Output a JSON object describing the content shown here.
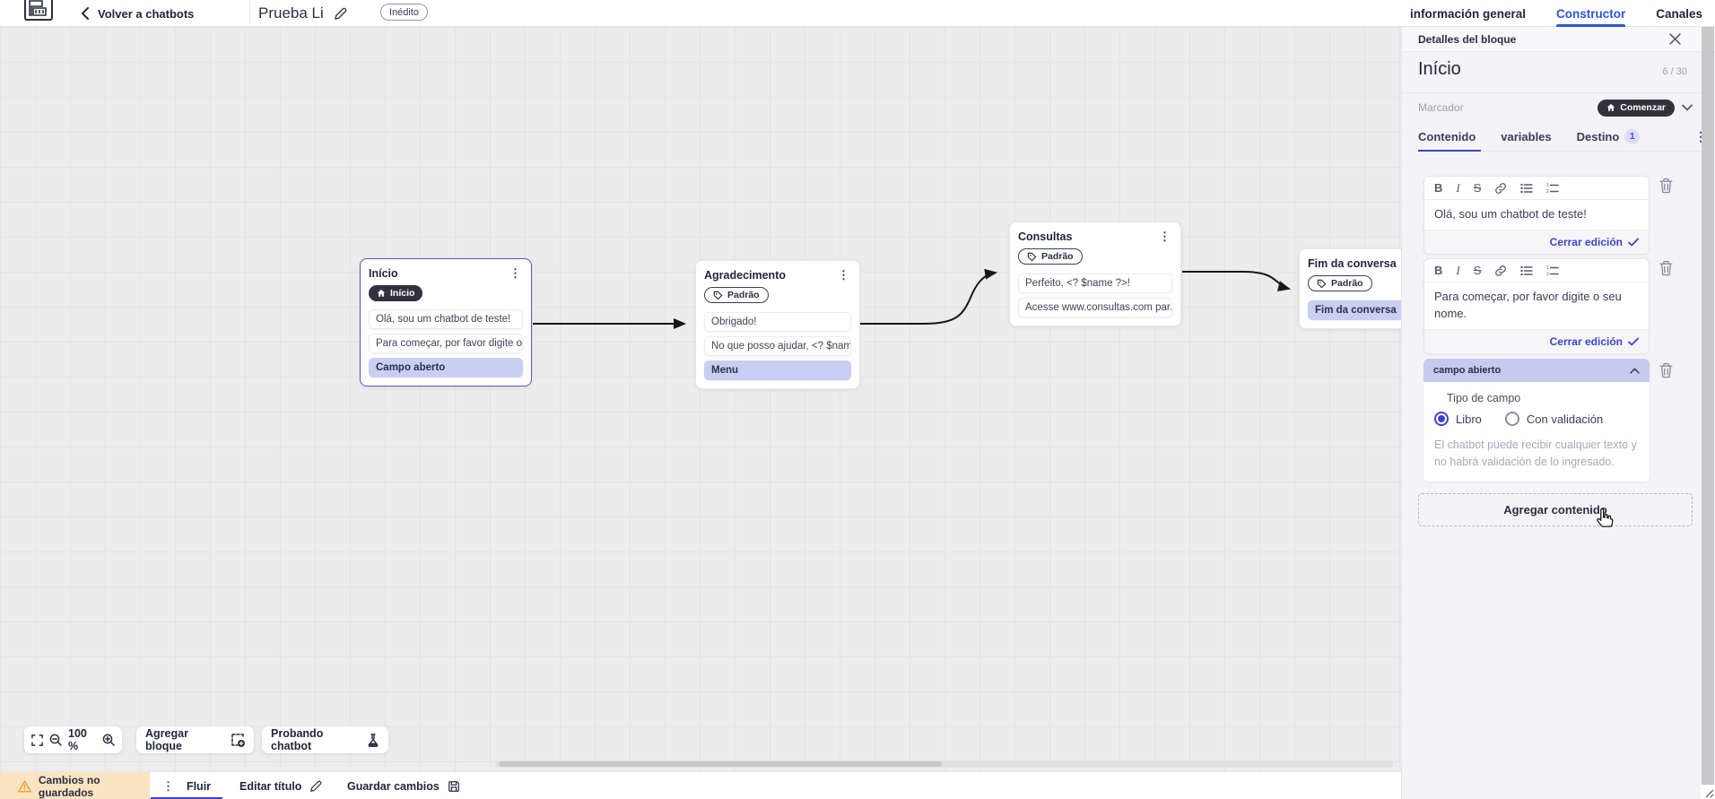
{
  "topbar": {
    "back_label": "Volver a chatbots",
    "title": "Prueba Li",
    "status_badge": "Inédito",
    "tabs": [
      {
        "label": "información general",
        "active": false
      },
      {
        "label": "Constructor",
        "active": true
      },
      {
        "label": "Canales",
        "active": false
      }
    ]
  },
  "canvas": {
    "blocks": [
      {
        "title": "Início",
        "badge": "Início",
        "cards": [
          {
            "text": "Olá, sou um chatbot de teste!"
          },
          {
            "text": "Para começar, por favor digite o ..."
          },
          {
            "text": "Campo aberto"
          }
        ]
      },
      {
        "title": "Agradecimento",
        "badge": "Padrão",
        "cards": [
          {
            "text": "Obrigado!"
          },
          {
            "text": "No que posso ajudar, <? $name ..."
          },
          {
            "text": "Menu"
          }
        ]
      },
      {
        "title": "Consultas",
        "badge": "Padrão",
        "cards": [
          {
            "text": "Perfeito, <? $name ?>!"
          },
          {
            "text": "Acesse www.consultas.com par..."
          }
        ]
      },
      {
        "title": "Fim da conversa",
        "badge": "Padrão",
        "cards": [
          {
            "text": "Fim da conversa"
          }
        ]
      }
    ],
    "toolbar": {
      "zoom_level": "100 %",
      "add_block": "Agregar bloque",
      "test_chatbot": "Probando chatbot"
    }
  },
  "panel": {
    "header": "Detalles del bloque",
    "block_name": "Início",
    "name_counter": "6 / 30",
    "marker_label": "Marcador",
    "marker_value": "Comenzar",
    "tabs": [
      {
        "label": "Contenido",
        "active": true
      },
      {
        "label": "variables",
        "active": false
      },
      {
        "label": "Destino",
        "badge": "1",
        "active": false
      }
    ],
    "toolbar_glyphs": {
      "bold": "B",
      "italic": "I",
      "strike": "S"
    },
    "editors": [
      {
        "text": "Olá, sou um chatbot de teste!",
        "close_label": "Cerrar edición"
      },
      {
        "text": "Para começar, por favor digite o seu nome.",
        "close_label": "Cerrar edición"
      }
    ],
    "field_section": {
      "header": "campo abierto",
      "type_label": "Tipo de campo",
      "options": [
        {
          "label": "Libro",
          "selected": true
        },
        {
          "label": "Con validación",
          "selected": false
        }
      ],
      "helper": "El chatbot puede recibir cualquier texto y no habrá validación de lo ingresado."
    },
    "add_content_label": "Agregar contenido"
  },
  "bottombar": {
    "unsaved_label": "Cambios no guardados",
    "flow_tab": "Fluir",
    "edit_title_label": "Editar título",
    "save_label": "Guardar cambios"
  },
  "colors": {
    "accent_indigo": "#4440cc",
    "tab_blue": "#2f55d4",
    "dark_pill": "#32323e",
    "field_card_bg": "#c9cff2",
    "warning_amber": "#e8a33d",
    "unsaved_bg": "#fbe4c2",
    "panel_bg": "#f4f3f8",
    "canvas_bg": "#ececec"
  }
}
